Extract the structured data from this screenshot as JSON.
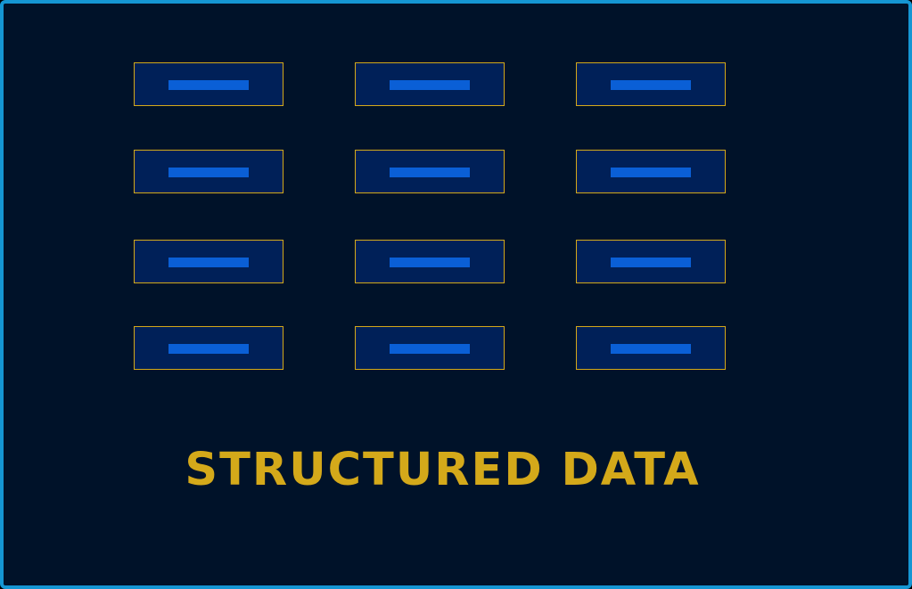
{
  "caption": "STRUCTURED DATA",
  "grid": {
    "rows": 4,
    "columns": 3
  },
  "colors": {
    "frame_border": "#1596d3",
    "background": "#001229",
    "cell_fill": "#002058",
    "cell_border": "#d4a91a",
    "cell_bar": "#0a5fd6",
    "caption": "#d4a91a"
  }
}
